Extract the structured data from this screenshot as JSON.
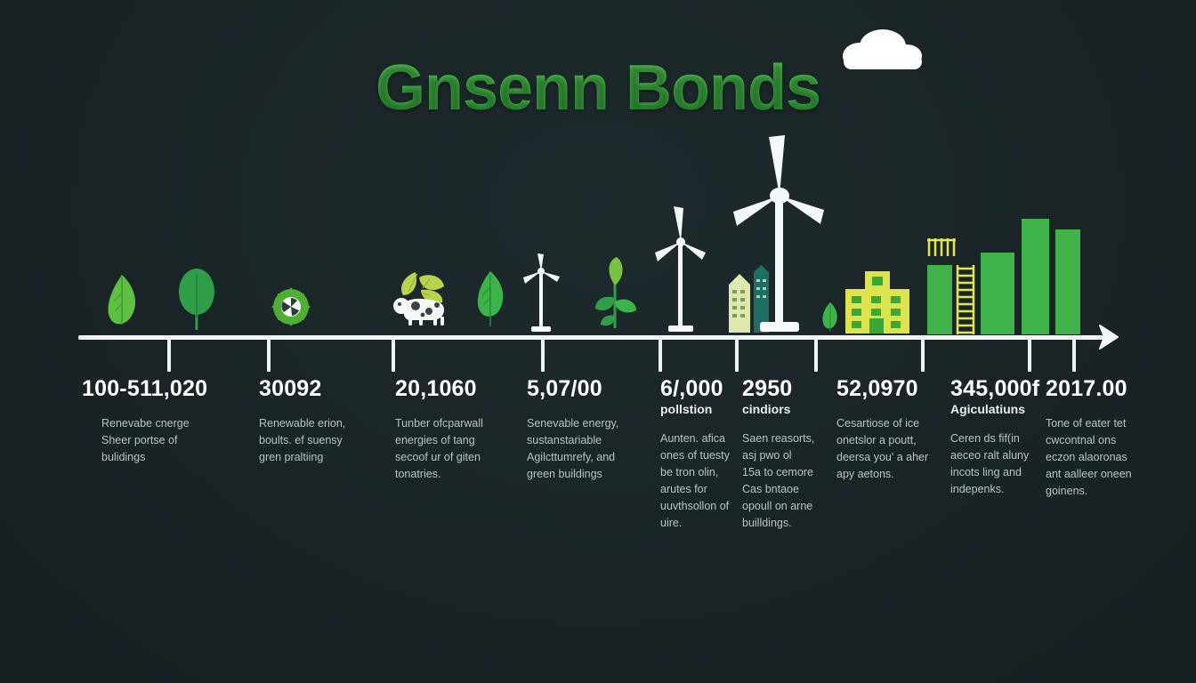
{
  "title": "Gnsenn Bonds",
  "colors": {
    "background": "#1a2427",
    "title_green": "#3fbf43",
    "bar_green": "#4caf50",
    "leaf_light": "#7cc242",
    "building_yellow": "#d9e04a",
    "axis_white": "#f2f5f5",
    "text_white": "#ffffff",
    "text_muted": "#b9c4c6"
  },
  "axis": {
    "arrow": "arrow-right",
    "tick_count": 10
  },
  "decorations": {
    "cloud": "cloud-icon"
  },
  "icons": [
    {
      "name": "leaf-icon",
      "label": "leaf"
    },
    {
      "name": "tree-icon",
      "label": "tree"
    },
    {
      "name": "eco-wreath-icon",
      "label": "eco wreath"
    },
    {
      "name": "livestock-leaf-icon",
      "label": "cow with leaves"
    },
    {
      "name": "leaf-icon-2",
      "label": "leaf"
    },
    {
      "name": "wind-turbine-small-icon",
      "label": "wind turbine"
    },
    {
      "name": "plant-sprig-icon",
      "label": "plant sprig"
    },
    {
      "name": "wind-turbine-medium-icon",
      "label": "wind turbine"
    },
    {
      "name": "city-buildings-icon",
      "label": "city buildings"
    },
    {
      "name": "wind-turbine-large-icon",
      "label": "wind turbine"
    },
    {
      "name": "green-building-icon",
      "label": "green building"
    },
    {
      "name": "bar-chart-icon",
      "label": "growth bars"
    }
  ],
  "entries": [
    {
      "value": "100-511,020",
      "subhead": "",
      "desc": "Renevabe cnerge\nSheer portse of\nbulidings"
    },
    {
      "value": "30092",
      "subhead": "",
      "desc": "Renewable erion,\nboults. ef suensy\ngren praltiing"
    },
    {
      "value": "20,1060",
      "subhead": "",
      "desc": "Tunber ofcparwall\nenergies of tang\nsecoof ur of giten\ntonatries."
    },
    {
      "value": "5,07/00",
      "subhead": "",
      "desc": "Senevable energy,\nsustanstariable\nAgilcttumrefy, and\ngreen buildings"
    },
    {
      "value": "6/,000",
      "subhead": "pollstion",
      "desc": "Aunten. afica\nones of tuesty\nbe tron olin,\narutes for\nuuvthsollon of\nuire."
    },
    {
      "value": "2950",
      "subhead": "cindiors",
      "desc": "Saen reasorts,\nasj pwo ol\n15a to cemore\nCas bntaoe\nopoull on arne\nbuilldings."
    },
    {
      "value": "52,0970",
      "subhead": "",
      "desc": "Cesartiose of ice\nonetslor a poutt,\ndeersa you' a aher\napy aetons."
    },
    {
      "value": "345,000f",
      "subhead": "Agiculatiuns",
      "desc": "Ceren ds fif(in\naeceo ralt aluny\nincots ling and\nindepenks."
    },
    {
      "value": "2017.00",
      "subhead": "",
      "desc": "Tone of eater tet\ncwcontnal ons\neczon alaoronas\nant aalleer oneen\ngoinens."
    }
  ]
}
